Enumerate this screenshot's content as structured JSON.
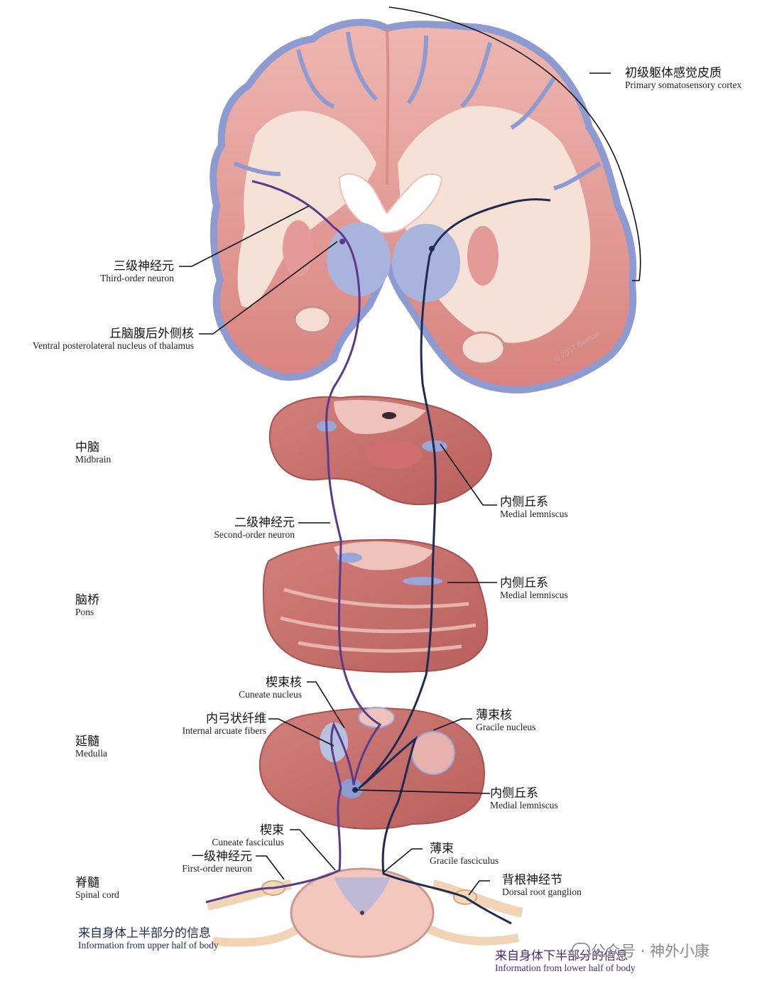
{
  "labels": {
    "primary_somatosensory_cortex": {
      "zh": "初级躯体感觉皮质",
      "en": "Primary somatosensory cortex"
    },
    "third_order_neuron": {
      "zh": "三级神经元",
      "en": "Third-order neuron"
    },
    "vpl_thalamus": {
      "zh": "丘脑腹后外侧核",
      "en": "Ventral posterolateral nucleus of thalamus"
    },
    "midbrain": {
      "zh": "中脑",
      "en": "Midbrain"
    },
    "medial_lemniscus_midbrain": {
      "zh": "内侧丘系",
      "en": "Medial lemniscus"
    },
    "second_order_neuron": {
      "zh": "二级神经元",
      "en": "Second-order neuron"
    },
    "pons": {
      "zh": "脑桥",
      "en": "Pons"
    },
    "medial_lemniscus_pons": {
      "zh": "内侧丘系",
      "en": "Medial lemniscus"
    },
    "cuneate_nucleus": {
      "zh": "楔束核",
      "en": "Cuneate nucleus"
    },
    "internal_arcuate_fibers": {
      "zh": "内弓状纤维",
      "en": "Internal arcuate fibers"
    },
    "gracile_nucleus": {
      "zh": "薄束核",
      "en": "Gracile nucleus"
    },
    "medulla": {
      "zh": "延髓",
      "en": "Medulla"
    },
    "medial_lemniscus_medulla": {
      "zh": "内侧丘系",
      "en": "Medial lemniscus"
    },
    "cuneate_fasciculus": {
      "zh": "楔束",
      "en": "Cuneate fasciculus"
    },
    "first_order_neuron": {
      "zh": "一级神经元",
      "en": "First-order neuron"
    },
    "gracile_fasciculus": {
      "zh": "薄束",
      "en": "Gracile fasciculus"
    },
    "spinal_cord": {
      "zh": "脊髓",
      "en": "Spinal cord"
    },
    "dorsal_root_ganglion": {
      "zh": "背根神经节",
      "en": "Dorsal root ganglion"
    },
    "upper_body_info": {
      "zh": "来自身体上半部分的信息",
      "en": "Information from upper half of body"
    },
    "lower_body_info": {
      "zh": "来自身体下半部分的信息",
      "en": "Information from lower half of body"
    }
  },
  "credit": "© 2017 Barrow",
  "watermark": "公众号 · 神外小康",
  "colors": {
    "tissue": "#e8a9a4",
    "tissue_dark": "#c9736f",
    "white_matter": "#f5ddd3",
    "cortex_blue": "#a9b4dc",
    "pathway_dark": "#1f2a52",
    "pathway_purple": "#5a3a8a"
  }
}
